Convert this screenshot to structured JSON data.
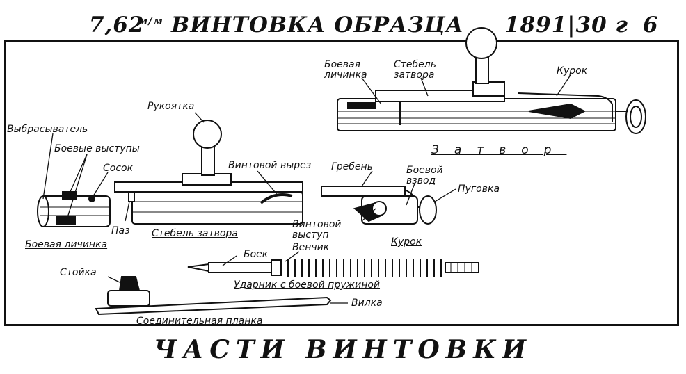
{
  "header": {
    "caliber": "7,62",
    "caliber_unit": "м/м",
    "title": "ВИНТОВКА ОБРАЗЦА",
    "model": "1891|30 г",
    "page_number": "6"
  },
  "footer": {
    "title": "ЧАСТИ ВИНТОВКИ"
  },
  "labels": {
    "vybrasyvatel": "Выбрасыватель",
    "boevye_vystupy": "Боевые выступы",
    "sosok": "Сосок",
    "boevaya_lichinka": "Боевая личинка",
    "rukoyatka": "Рукоятка",
    "vintovoy_vyrez": "Винтовой вырез",
    "paz": "Паз",
    "stebel_zatvora": "Стебель затвора",
    "greben": "Гребень",
    "boevoy_vzvod": "Боевой взвод",
    "pugovka": "Пуговка",
    "vintovoy_vystup": "Винтовой выступ",
    "kurok": "Курок",
    "boek": "Боек",
    "venchik": "Венчик",
    "udarnik": "Ударник с боевой пружиной",
    "stoyka": "Стойка",
    "vilka": "Вилка",
    "soedinitelnaya_planka": "Соединительная планка",
    "assembly_lichinka": "Боевая личинка",
    "assembly_stebel": "Стебель затвора",
    "assembly_kurok": "Курок",
    "zatvor": "Затвор"
  }
}
